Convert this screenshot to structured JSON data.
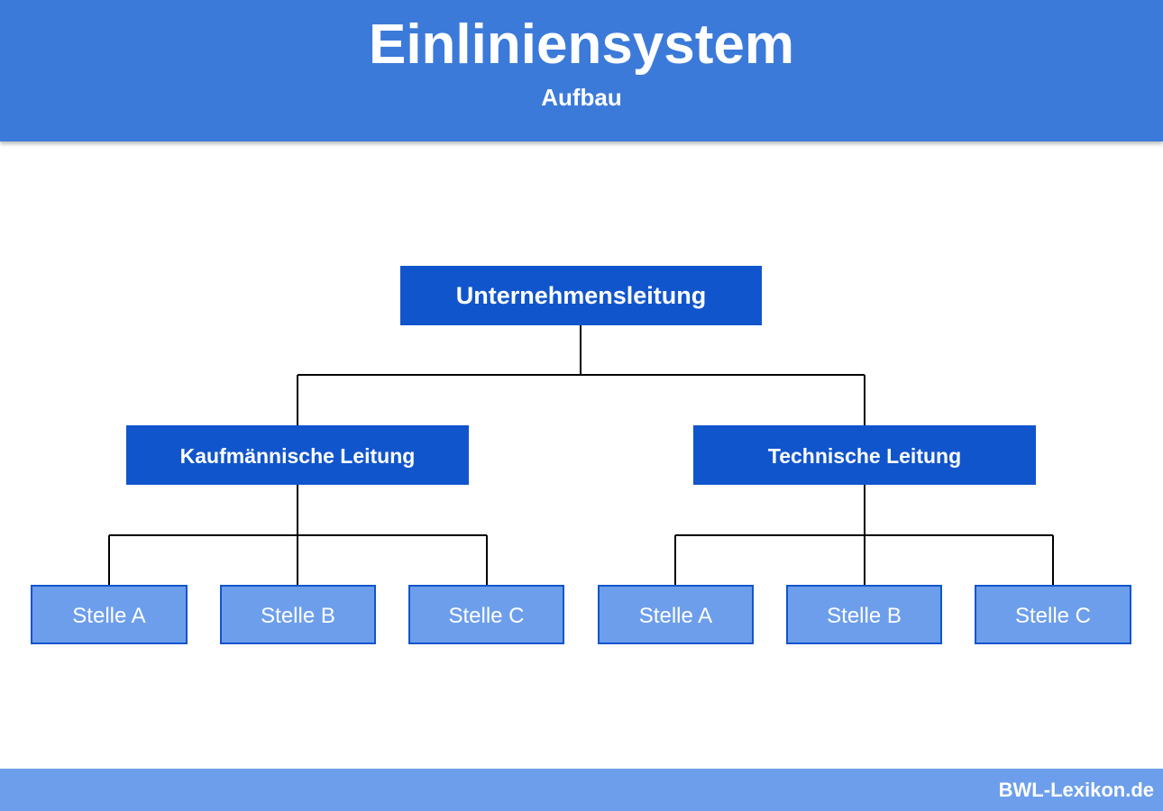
{
  "header": {
    "title": "Einliniensystem",
    "subtitle": "Aufbau"
  },
  "diagram": {
    "root": {
      "label": "Unternehmensleitung"
    },
    "branches": [
      {
        "label": "Kaufmännische Leitung",
        "children": [
          "Stelle A",
          "Stelle B",
          "Stelle C"
        ]
      },
      {
        "label": "Technische Leitung",
        "children": [
          "Stelle A",
          "Stelle B",
          "Stelle C"
        ]
      }
    ]
  },
  "footer": {
    "brand": "BWL-Lexikon.de"
  },
  "colors": {
    "header_bg": "#3c7ad9",
    "node_dark": "#1155cc",
    "node_light": "#6d9eeb",
    "footer_bg": "#6d9eeb"
  }
}
